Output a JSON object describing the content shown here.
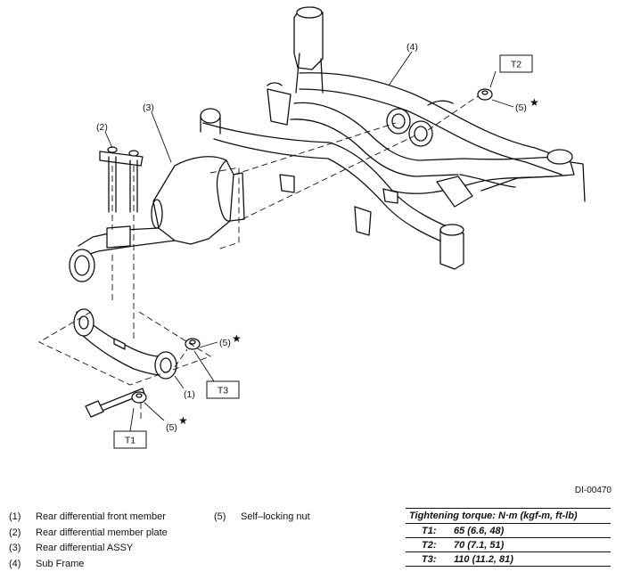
{
  "figure": {
    "callouts": {
      "c1": "(1)",
      "c2": "(2)",
      "c3": "(3)",
      "c4": "(4)",
      "c5": "(5)"
    },
    "boxes": {
      "t1": "T1",
      "t2": "T2",
      "t3": "T3"
    },
    "star": "★",
    "figure_id": "DI-00470"
  },
  "legend": {
    "items": [
      {
        "num": "(1)",
        "label": "Rear differential front member"
      },
      {
        "num": "(2)",
        "label": "Rear differential member plate"
      },
      {
        "num": "(3)",
        "label": "Rear differential ASSY"
      },
      {
        "num": "(4)",
        "label": "Sub Frame"
      },
      {
        "num": "(5)",
        "label": "Self–locking nut"
      }
    ]
  },
  "torque": {
    "header": "Tightening torque: N·m (kgf-m, ft-lb)",
    "rows": [
      {
        "key": "T1:",
        "value": "65 (6.6, 48)"
      },
      {
        "key": "T2:",
        "value": "70 (7.1, 51)"
      },
      {
        "key": "T3:",
        "value": "110 (11.2, 81)"
      }
    ]
  }
}
